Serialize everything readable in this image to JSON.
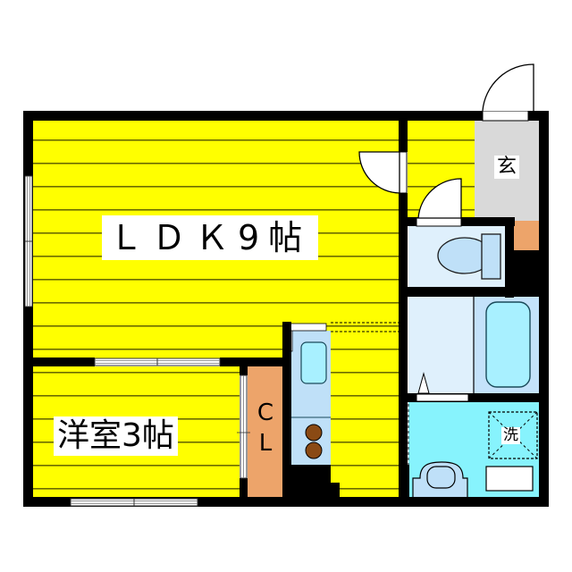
{
  "floorplan": {
    "rooms": {
      "ldk": {
        "label": "ＬＤＫ9帖",
        "color": "#ffff00"
      },
      "western_room": {
        "label": "洋室3帖",
        "color": "#ffff00"
      },
      "entrance": {
        "label": "玄",
        "color": "#d9d9d9"
      },
      "closet": {
        "label_line1": "C",
        "label_line2": "L",
        "color": "#eda46a"
      },
      "toilet": {
        "color": "#dff0fc"
      },
      "bathroom": {
        "color": "#dff0fc"
      },
      "washroom": {
        "label": "洗",
        "color": "#87f3fd"
      }
    },
    "colors": {
      "wall": "#000000",
      "floor_line": "#6b6b00",
      "fixture_blue": "#bfe0f8",
      "tub_blue": "#a8f0ff",
      "stove_burner": "#8a4a14",
      "shoe_box": "#eda46a"
    }
  }
}
